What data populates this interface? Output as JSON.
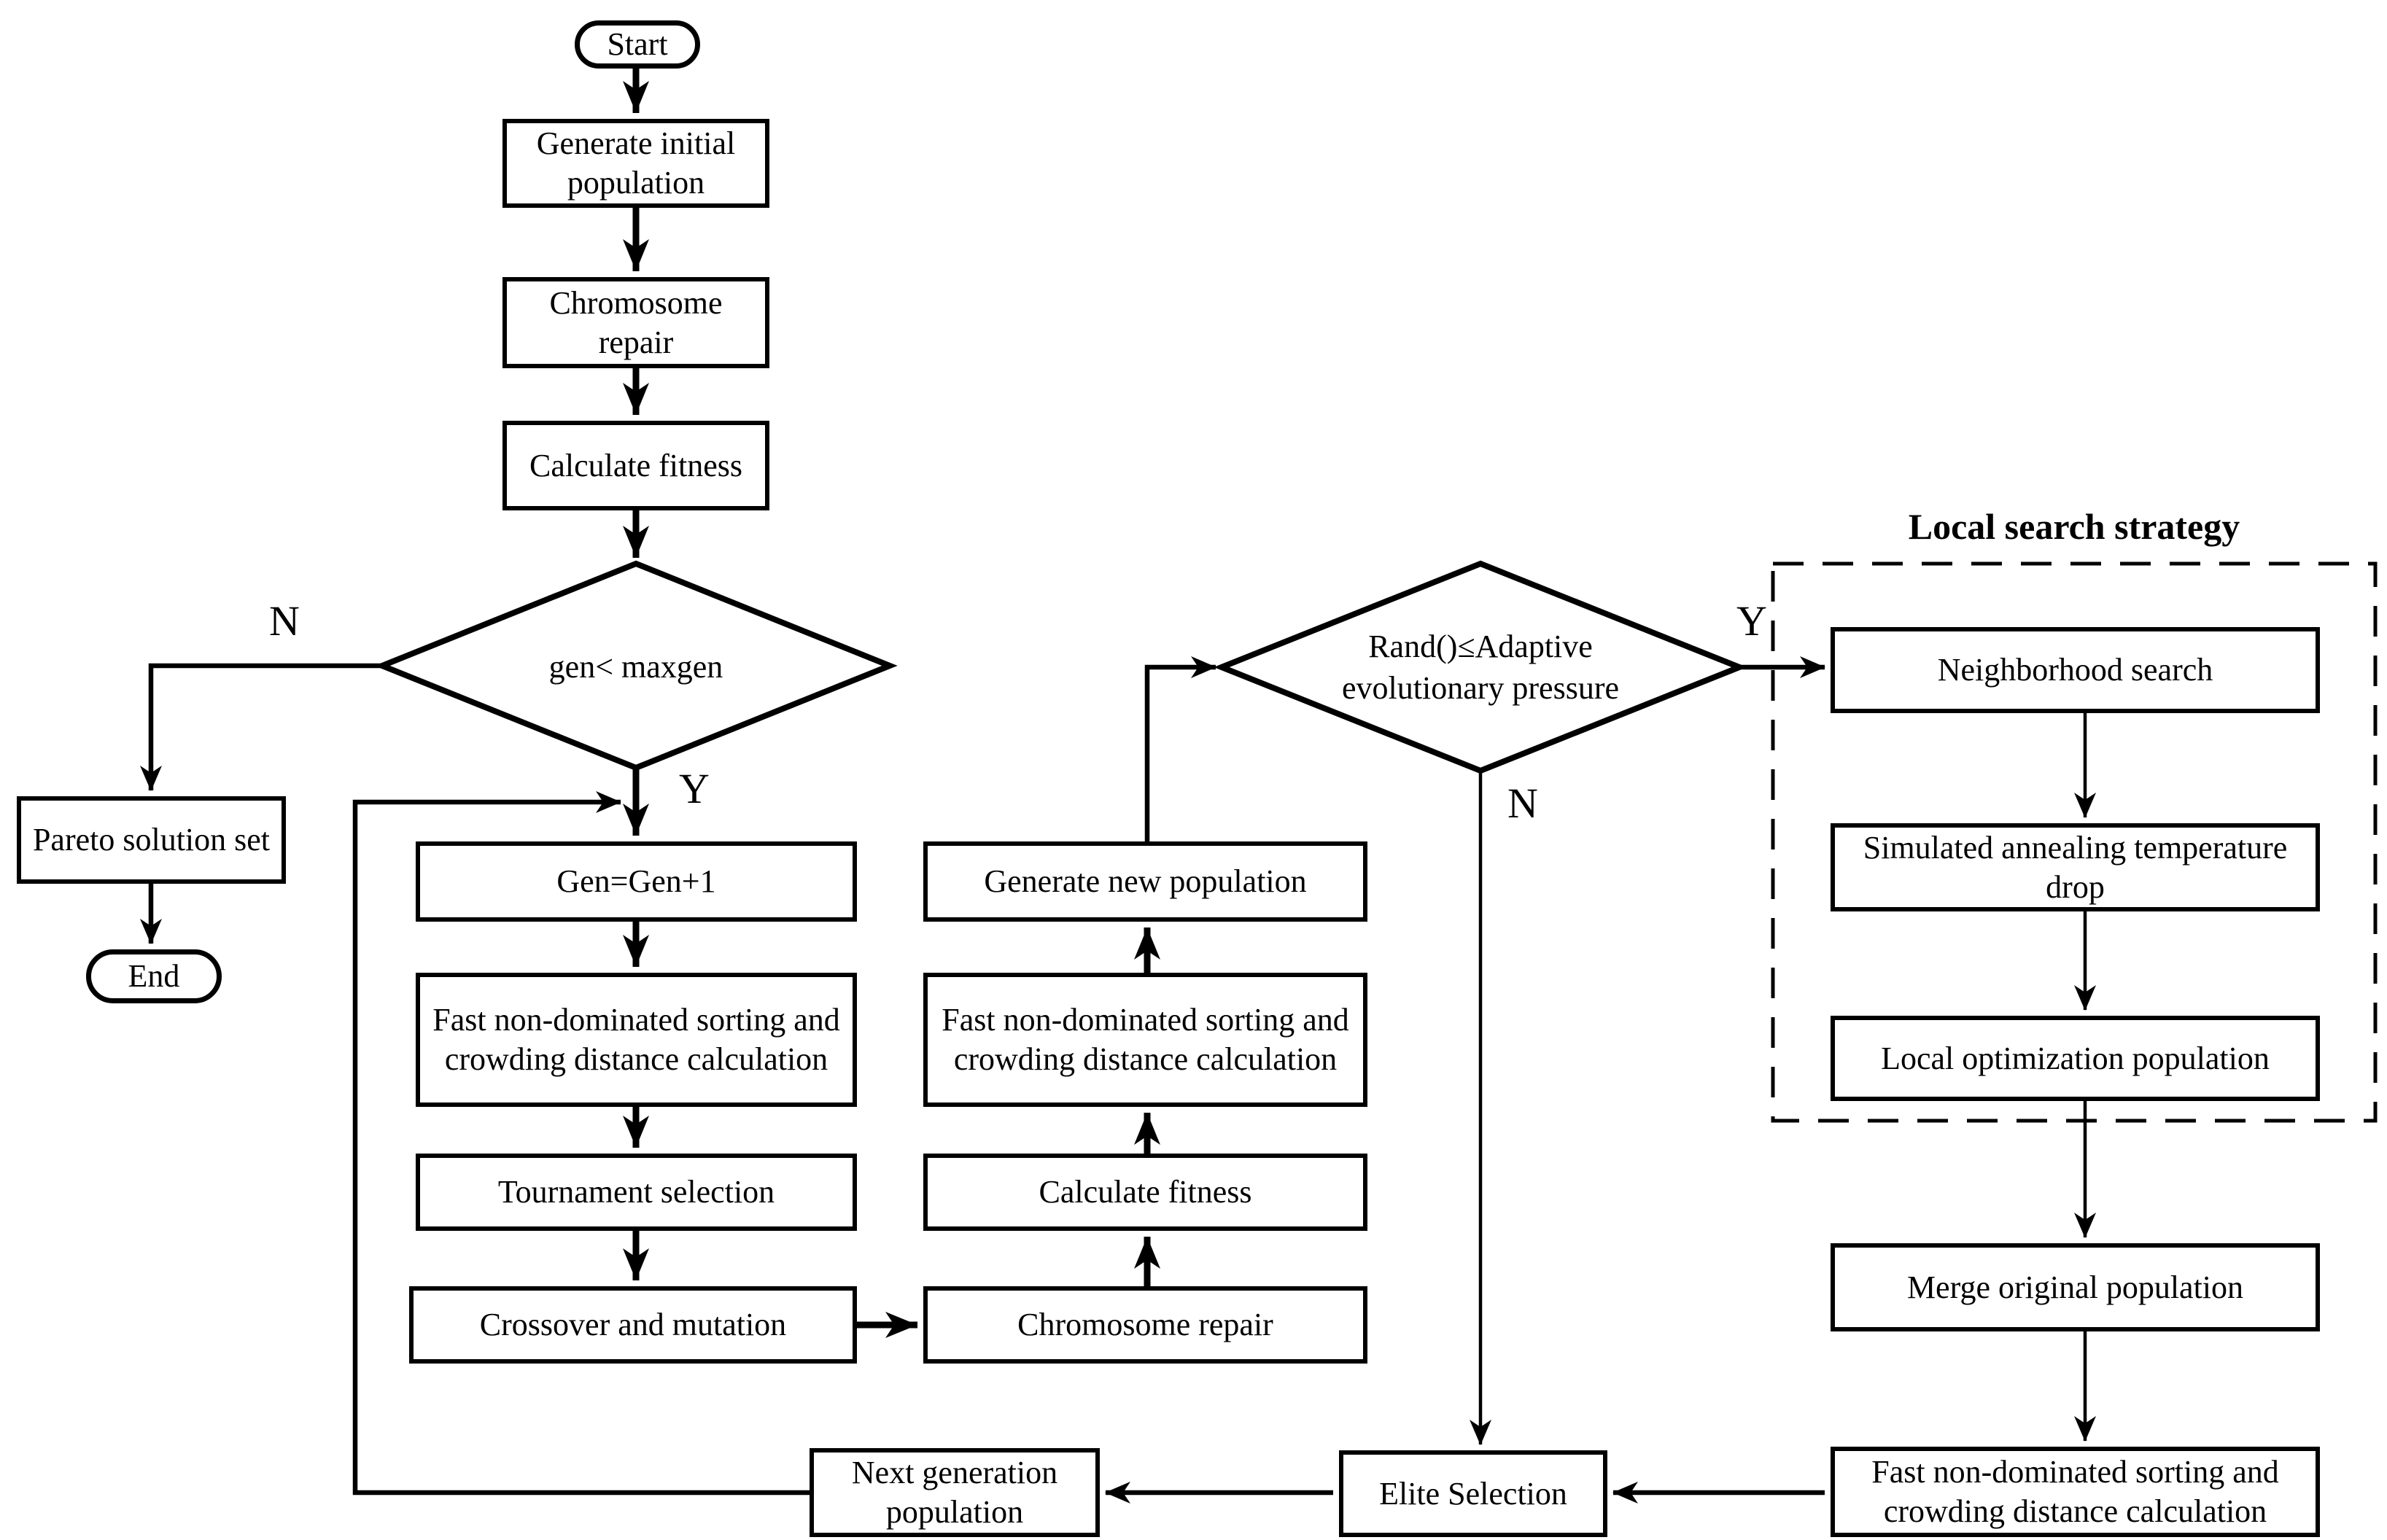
{
  "colors": {
    "ink": "#000000",
    "paper": "#ffffff"
  },
  "local_search_title": "Local search strategy",
  "nodes": {
    "start": "Start",
    "generate_initial_population": "Generate initial population",
    "chromosome_repair_top": "Chromosome repair",
    "calculate_fitness_top": "Calculate fitness",
    "decision_gen_maxgen": "gen< maxgen",
    "pareto_solution_set": "Pareto solution set",
    "end": "End",
    "gen_increment": "Gen=Gen+1",
    "fast_sorting_left": "Fast non-dominated sorting and crowding distance calculation",
    "tournament_selection": "Tournament selection",
    "crossover_and_mutation": "Crossover and mutation",
    "chromosome_repair_mid": "Chromosome repair",
    "calculate_fitness_mid": "Calculate fitness",
    "fast_sorting_mid": "Fast non-dominated sorting and crowding distance calculation",
    "generate_new_population": "Generate new population",
    "decision_rand_adaptive": "Rand()≤Adaptive evolutionary pressure",
    "neighborhood_search": "Neighborhood search",
    "simulated_annealing_drop": "Simulated annealing temperature drop",
    "local_optimization_population": "Local optimization population",
    "merge_original_population": "Merge original population",
    "fast_sorting_right": "Fast non-dominated sorting and crowding distance calculation",
    "elite_selection": "Elite Selection",
    "next_generation_population": "Next generation population"
  },
  "branch_labels": {
    "gen_no": "N",
    "gen_yes": "Y",
    "rand_yes": "Y",
    "rand_no": "N"
  }
}
